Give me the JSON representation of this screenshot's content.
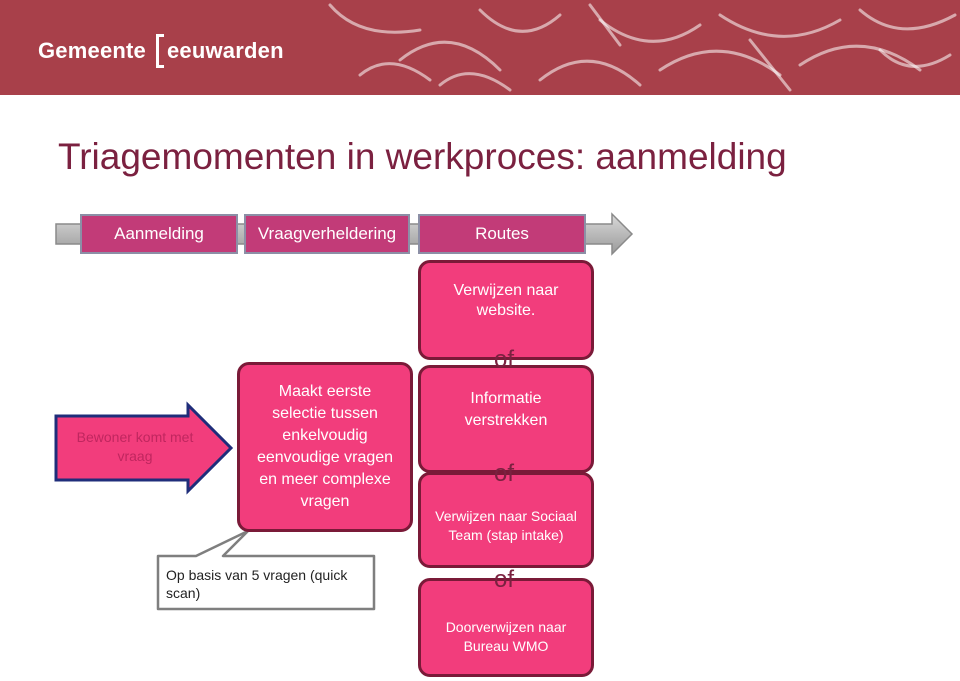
{
  "header": {
    "logo_part1": "Gemeente",
    "logo_part2": "eeuwarden"
  },
  "title": "Triagemomenten in werkproces: aanmelding",
  "stages": [
    "Aanmelding",
    "Vraagverheldering",
    "Routes"
  ],
  "start": {
    "text": "Bewoner komt met vraag"
  },
  "selection": {
    "text": "Maakt eerste selectie tussen enkelvoudig eenvoudige vragen en meer complexe vragen"
  },
  "callout": {
    "text": "Op basis van 5 vragen (quick scan)"
  },
  "routes": [
    "Verwijzen naar website.",
    "Informatie verstrekken",
    "Verwijzen naar Sociaal Team  (stap intake)",
    "Doorverwijzen naar Bureau WMO"
  ],
  "separator": "of",
  "colors": {
    "header": "#a8404a",
    "title": "#7b2140",
    "stage_fill": "#c23b78",
    "box_fill": "#f23d7c",
    "box_border": "#7a1a38",
    "arrow_fill": "#f23d7c",
    "arrow_border": "#1f2d7a"
  }
}
